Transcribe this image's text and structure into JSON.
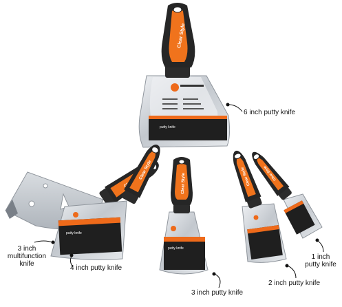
{
  "brand": "Clear Style",
  "blade_card_title": "putty knife",
  "labels": {
    "six_inch": "6 inch putty knife",
    "four_inch": "4 inch putty knife",
    "three_inch": "3 inch putty knife",
    "two_inch": "2 inch putty knife",
    "one_inch": [
      "1 inch",
      "putty knife"
    ],
    "multifunction": [
      "3 inch",
      "multifunction",
      "knife"
    ]
  },
  "colors": {
    "handle_black": "#262626",
    "handle_orange": "#f0731c",
    "blade_steel": "#c9cdd2",
    "card_black": "#1f1f1f",
    "card_orange": "#ee6a1a"
  }
}
